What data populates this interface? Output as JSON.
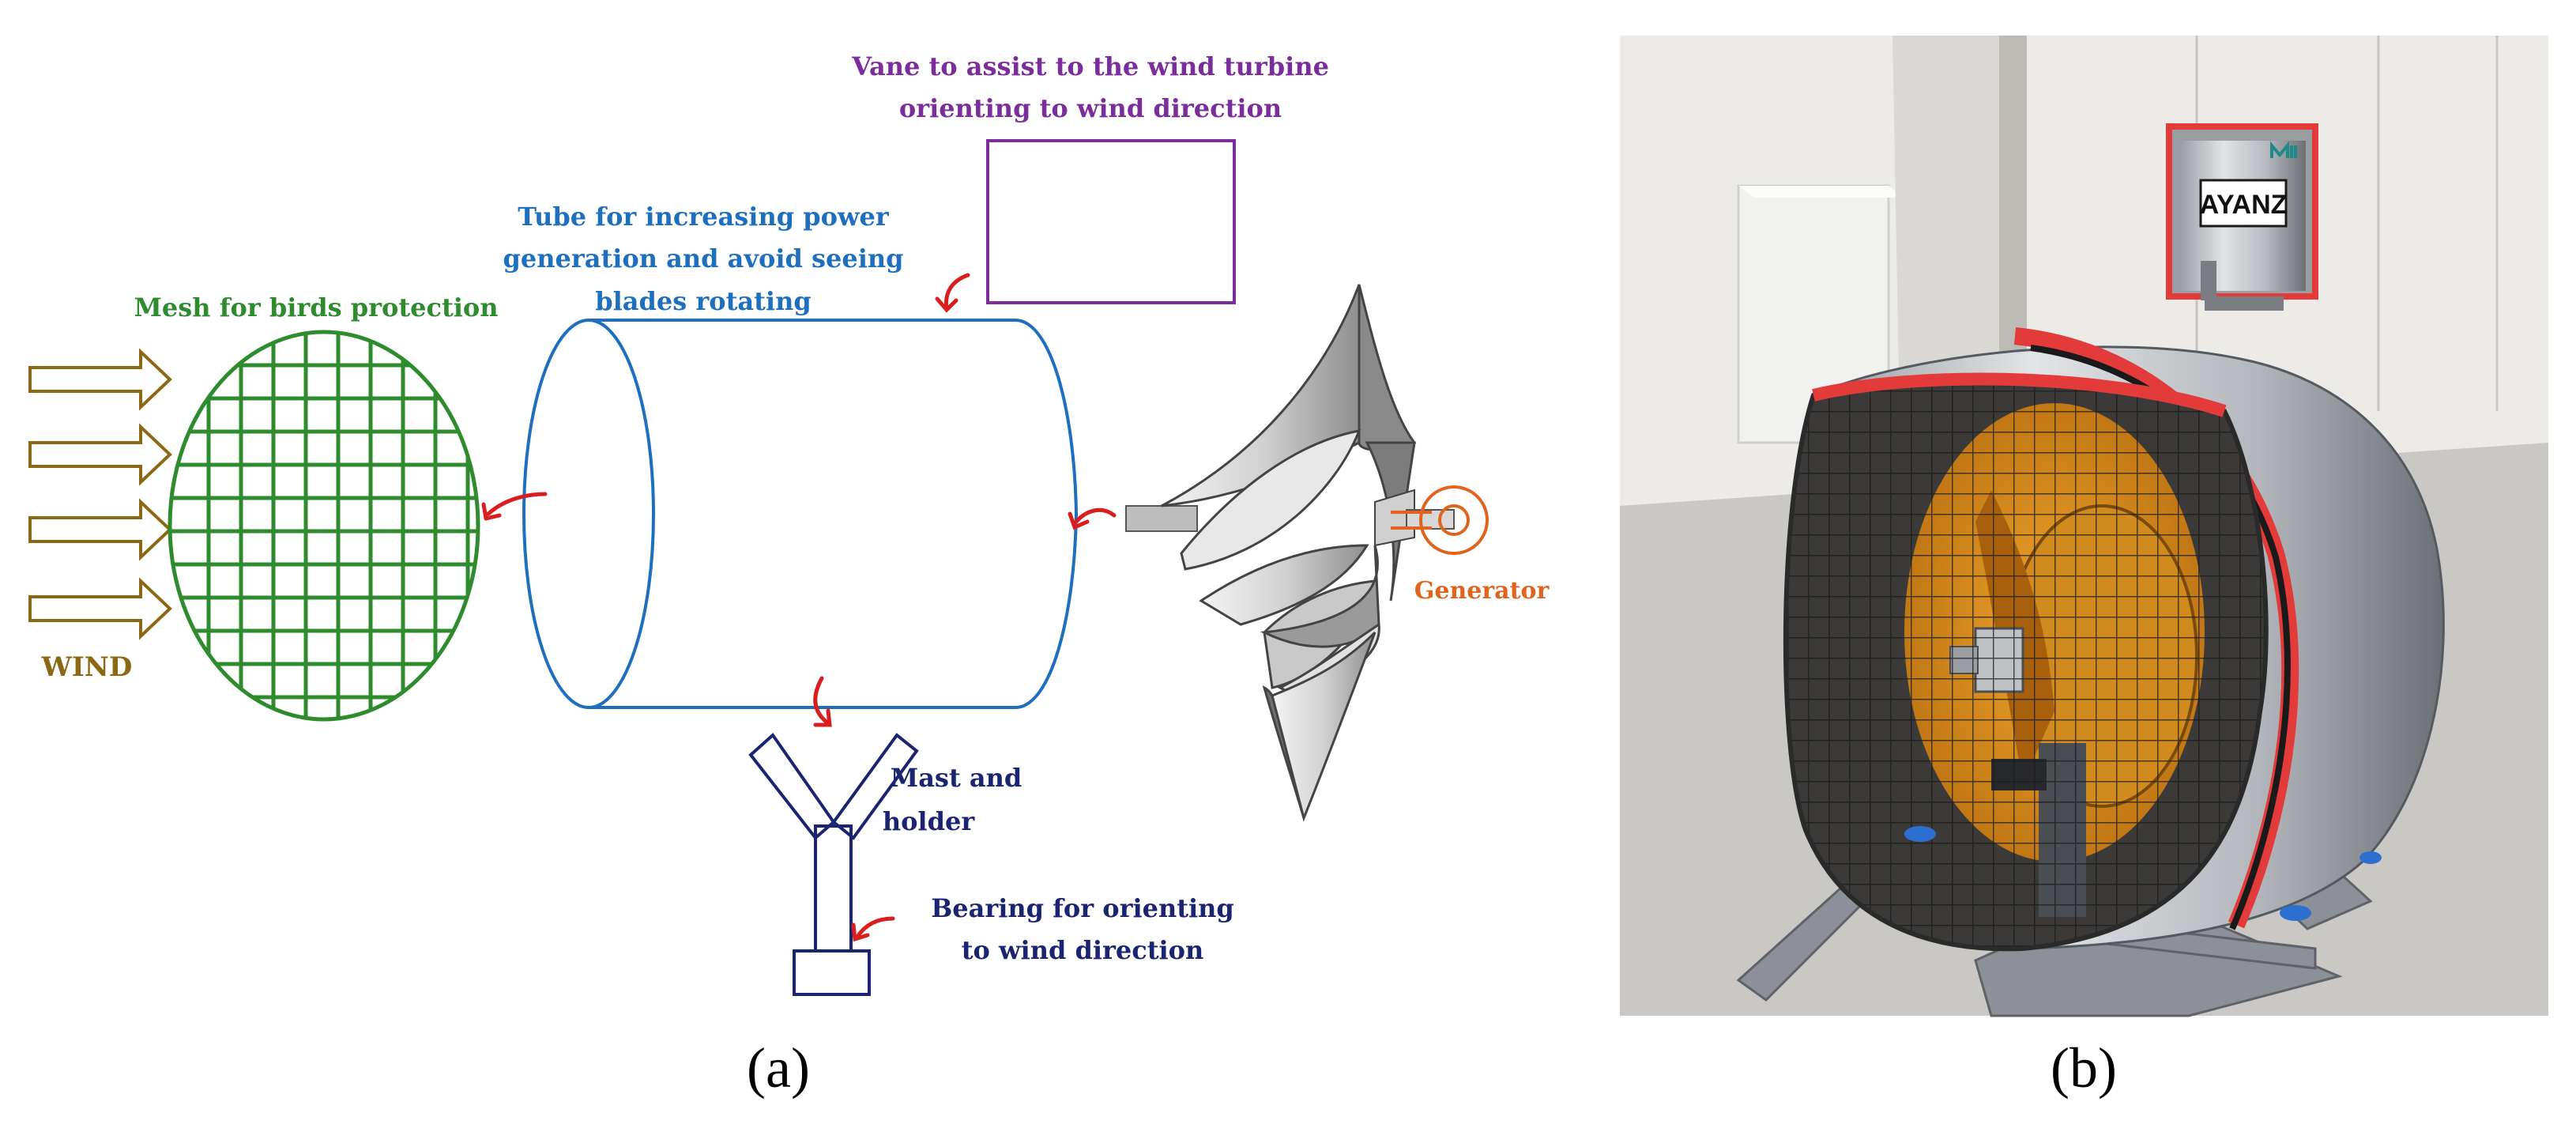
{
  "figure": {
    "panel_a": {
      "labels": {
        "vane": [
          "Vane to assist to the wind turbine",
          "orienting to wind direction"
        ],
        "tube": [
          "Tube for increasing power",
          "generation and avoid seeing",
          "blades rotating"
        ],
        "mesh": "Mesh for birds protection",
        "wind": "WIND",
        "generator": "Generator",
        "mast": [
          "Mast and",
          "holder"
        ],
        "bearing": [
          "Bearing for orienting",
          "to wind direction"
        ]
      },
      "caption": "(a)"
    },
    "panel_b": {
      "photo_sign": "AYANZ",
      "caption": "(b)"
    },
    "colors": {
      "wind": "#8B6914",
      "mesh": "#2E8B2E",
      "tube": "#1F6FBF",
      "vane": "#7B2D9B",
      "generator": "#E0641E",
      "mast": "#1A2470",
      "arrow": "#D81E1E"
    }
  }
}
